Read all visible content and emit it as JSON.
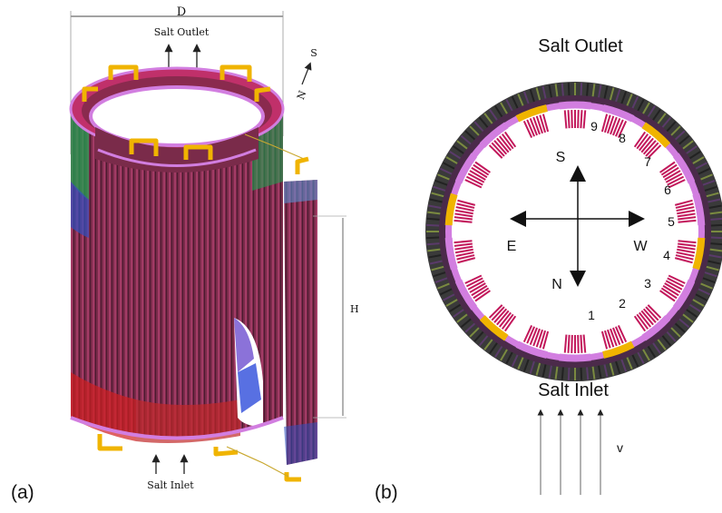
{
  "panel_a": {
    "label": "(a)",
    "dimension_diameter": "D",
    "dimension_height": "H",
    "outlet_label": "Salt Outlet",
    "inlet_label": "Salt Inlet",
    "compass_south": "S",
    "compass_north": "N"
  },
  "panel_b": {
    "label": "(b)",
    "outlet_label": "Salt Outlet",
    "inlet_label": "Salt Inlet",
    "velocity_label": "v",
    "compass": {
      "south": "S",
      "north": "N",
      "east": "E",
      "west": "W"
    },
    "panel_numbers": [
      "1",
      "2",
      "3",
      "4",
      "5",
      "6",
      "7",
      "8",
      "9"
    ]
  },
  "colors": {
    "tube_red": "#b03060",
    "header_violet": "#d27ee0",
    "header_yellow": "#f0b400",
    "outer_dark": "#3a3a3a",
    "inner_pink": "#c2185b",
    "blue_panel": "#3050c0",
    "green_panel": "#20a050",
    "red_panel": "#d02020"
  }
}
